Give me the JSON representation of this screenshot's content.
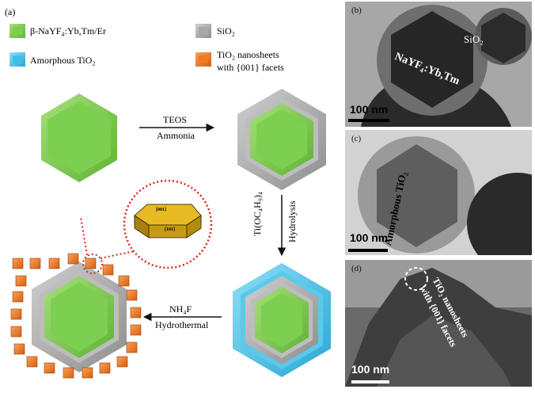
{
  "panel_a": {
    "label": "(a)",
    "legend": {
      "nayf4": "β-NaYF₄:Yb,Tm/Er",
      "sio2": "SiO₂",
      "tio2_amorphous": "Amorphous TiO₂",
      "tio2_nanosheets_line1": "TiO₂ nanosheets",
      "tio2_nanosheets_line2": "with {001} facets"
    },
    "steps": {
      "step1_top": "TEOS",
      "step1_bottom": "Ammonia",
      "step2_left": "Ti(OC₄H₉)₄",
      "step2_right": "Hydrolysis",
      "step3_top": "NH₄F",
      "step3_bottom": "Hydrothermal"
    },
    "facet_labels": {
      "top": "[001]",
      "side": "[101]"
    }
  },
  "panel_b": {
    "label": "(b)",
    "sio2": "SiO₂",
    "core": "NaYF₄:Yb,Tm",
    "scale": "100 nm"
  },
  "panel_c": {
    "label": "(c)",
    "shell": "Amorphous TiO₂",
    "scale": "100 nm"
  },
  "panel_d": {
    "label": "(d)",
    "sheets_line1": "TiO₂ nanosheets",
    "sheets_line2": "with {001} facets",
    "scale": "100 nm"
  },
  "colors": {
    "nayf4_green": "#7ccf4f",
    "sio2_gray": "#a8a8a8",
    "tio2_blue": "#3fbfe8",
    "tio2_orange": "#f07a1e",
    "highlight_red": "#d9261c"
  }
}
